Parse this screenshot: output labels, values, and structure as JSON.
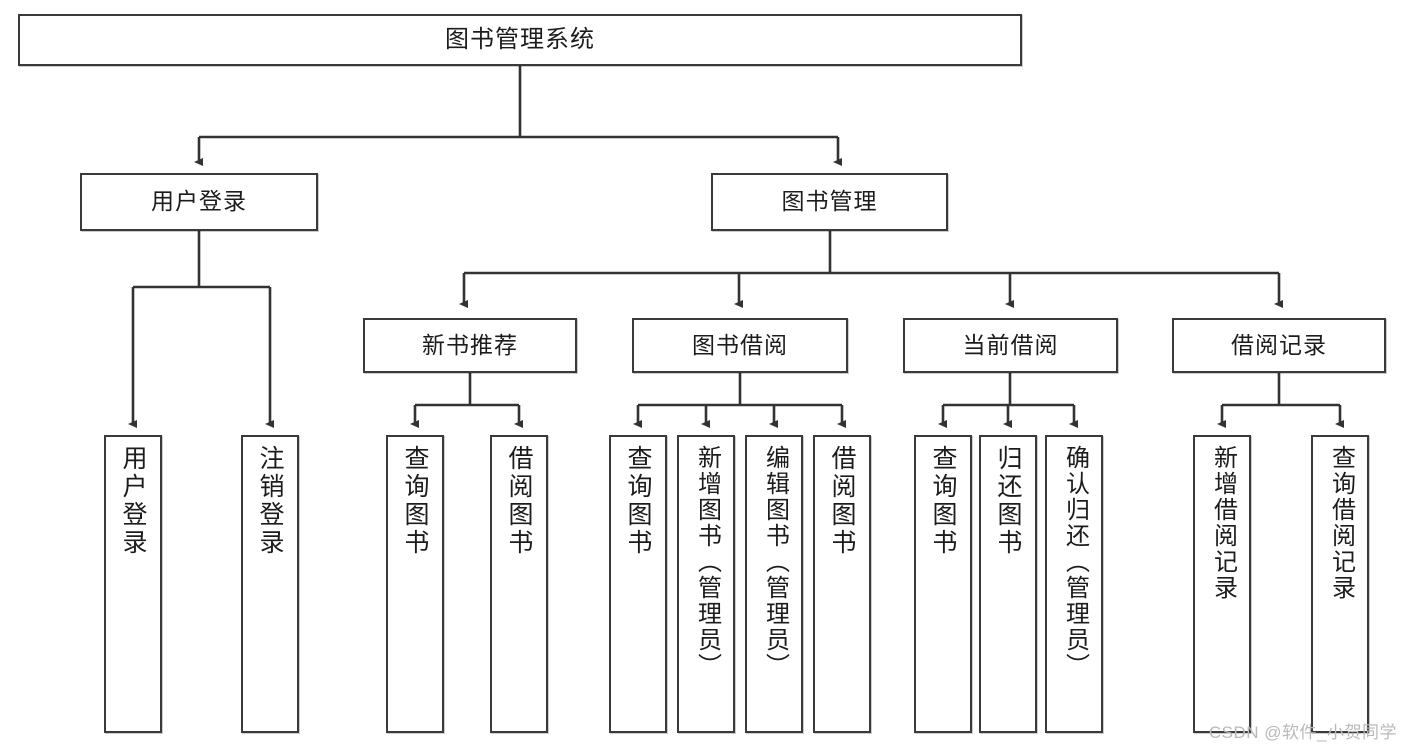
{
  "diagram": {
    "title": "图书管理系统",
    "type": "tree-hierarchy-diagram",
    "root": {
      "id": "root",
      "label": "图书管理系统"
    },
    "level2": [
      {
        "id": "user-login",
        "label": "用户登录"
      },
      {
        "id": "book-manage",
        "label": "图书管理"
      }
    ],
    "level3": [
      {
        "id": "new-book-rec",
        "label": "新书推荐",
        "parent": "book-manage"
      },
      {
        "id": "book-borrow",
        "label": "图书借阅",
        "parent": "book-manage"
      },
      {
        "id": "current-borrow",
        "label": "当前借阅",
        "parent": "book-manage"
      },
      {
        "id": "borrow-record",
        "label": "借阅记录",
        "parent": "book-manage"
      }
    ],
    "leaves": {
      "user_login": [
        {
          "id": "leaf-user-login",
          "label": "用户登录"
        },
        {
          "id": "leaf-logout",
          "label": "注销登录"
        }
      ],
      "new_book_rec": [
        {
          "id": "leaf-query-book-1",
          "label": "查询图书"
        },
        {
          "id": "leaf-borrow-book-1",
          "label": "借阅图书"
        }
      ],
      "book_borrow": [
        {
          "id": "leaf-query-book-2",
          "label": "查询图书"
        },
        {
          "id": "leaf-add-book",
          "label": "新增图书（管理员）"
        },
        {
          "id": "leaf-edit-book",
          "label": "编辑图书（管理员）"
        },
        {
          "id": "leaf-borrow-book-2",
          "label": "借阅图书"
        }
      ],
      "current_borrow": [
        {
          "id": "leaf-query-book-3",
          "label": "查询图书"
        },
        {
          "id": "leaf-return-book",
          "label": "归还图书"
        },
        {
          "id": "leaf-confirm-return",
          "label": "确认归还（管理员）"
        }
      ],
      "borrow_record": [
        {
          "id": "leaf-add-record",
          "label": "新增借阅记录"
        },
        {
          "id": "leaf-query-record",
          "label": "查询借阅记录"
        }
      ]
    }
  },
  "watermark": {
    "text": "CSDN @软件_小贺同学"
  },
  "colors": {
    "box_border": "#3a3a3a",
    "box_fill": "#ffffff",
    "edge": "#333333",
    "text": "#1c1c1c",
    "watermark": "#b9b9b9",
    "background": "#ffffff"
  }
}
